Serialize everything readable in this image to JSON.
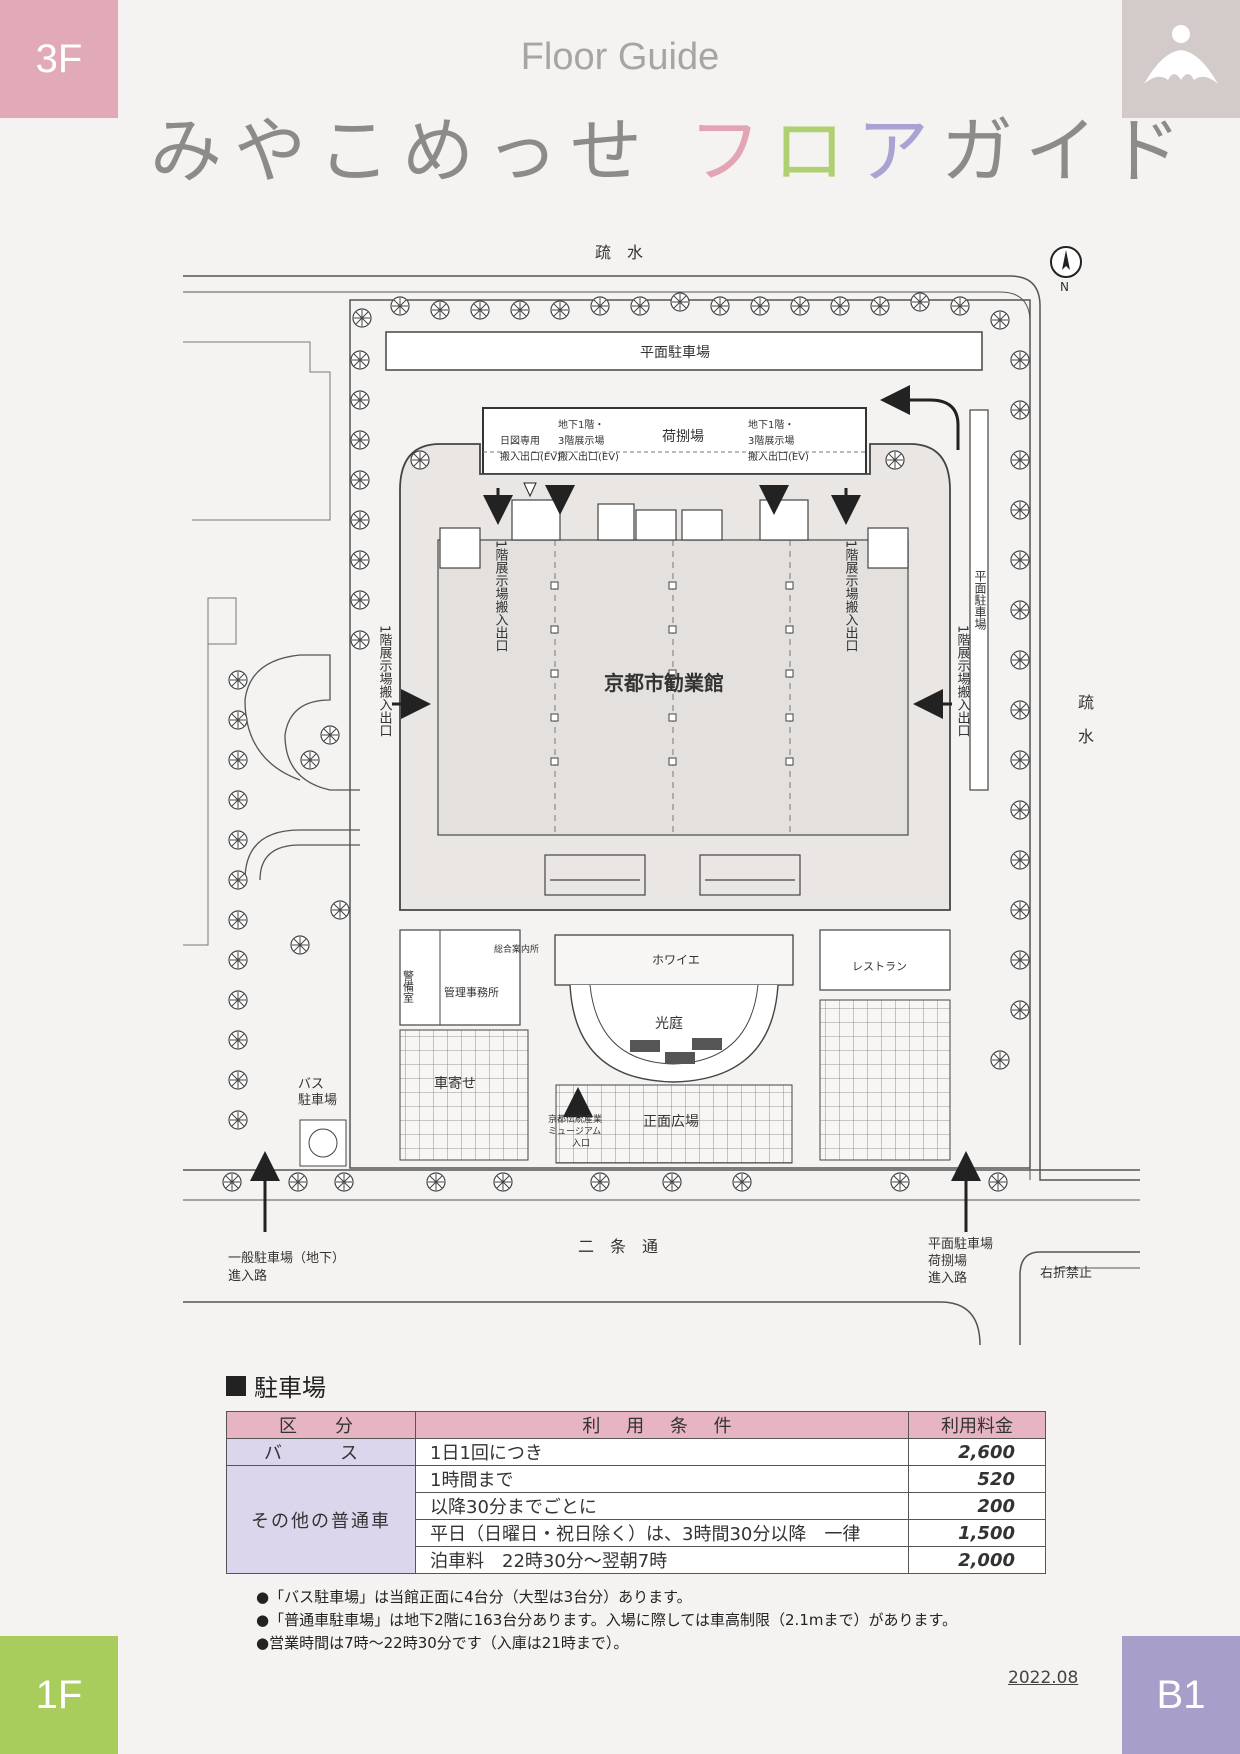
{
  "corners": {
    "top_left": "3F",
    "bottom_left": "1F",
    "bottom_right": "B1"
  },
  "header": {
    "title_en": "Floor Guide",
    "title_jp_part1": "みやこめっせ ",
    "title_jp_fu": "フ",
    "title_jp_ro": "ロ",
    "title_jp_a": "ア",
    "title_jp_rest": "ガイド"
  },
  "map": {
    "north": "N",
    "canal_top": "疏　水",
    "canal_right_1": "疏",
    "canal_right_2": "水",
    "top_parking": "平面駐車場",
    "loading_dock": "荷捌場",
    "loading_left_1": "日図専用",
    "loading_left_2": "搬入出口(EV)",
    "loading_mid_1": "地下1階・",
    "loading_mid_2": "3階展示場",
    "loading_mid_3": "搬入出口(EV)",
    "loading_right_1": "地下1階・",
    "loading_right_2": "3階展示場",
    "loading_right_3": "搬入出口(EV)",
    "hall_name": "京都市勧業館",
    "vertical_loading": "1階展示場搬入出口",
    "right_parking_vertical": "平面駐車場",
    "foyer": "ホワイエ",
    "courtyard": "光庭",
    "restaurant": "レストラン",
    "info": "総合案内所",
    "guard_room": "警備室",
    "admin_office": "管理事務所",
    "drop_off": "車寄せ",
    "bus_parking_1": "バス",
    "bus_parking_2": "駐車場",
    "front_plaza": "正面広場",
    "museum_entrance_1": "京都伝統産業",
    "museum_entrance_2": "ミュージアム",
    "museum_entrance_3": "入口",
    "street": "二　条　通",
    "general_parking_1": "一般駐車場（地下）",
    "general_parking_2": "進入路",
    "right_entry_1": "平面駐車場",
    "right_entry_2": "荷捌場",
    "right_entry_3": "進入路",
    "no_right_turn": "右折禁止"
  },
  "parking_section": {
    "title": "駐車場",
    "headers": [
      "区　分",
      "利 用 条 件",
      "利用料金"
    ],
    "bus_category": "バ　ス",
    "bus_condition": "1日1回につき",
    "bus_fee": "2,600",
    "car_category": "その他の普通車",
    "car_rows": [
      {
        "condition": "1時間まで",
        "fee": "520"
      },
      {
        "condition": "以降30分までごとに",
        "fee": "200"
      },
      {
        "condition": "平日（日曜日・祝日除く）は、3時間30分以降　一律",
        "fee": "1,500"
      },
      {
        "condition": "泊車料　22時30分〜翌朝7時",
        "fee": "2,000"
      }
    ],
    "notes": [
      "●「バス駐車場」は当館正面に4台分（大型は3台分）あります。",
      "●「普通車駐車場」は地下2階に163台分あります。入場に際しては車高制限（2.1mまで）があります。",
      "●営業時間は7時〜22時30分です（入庫は21時まで）。"
    ]
  },
  "date": "2022.08"
}
